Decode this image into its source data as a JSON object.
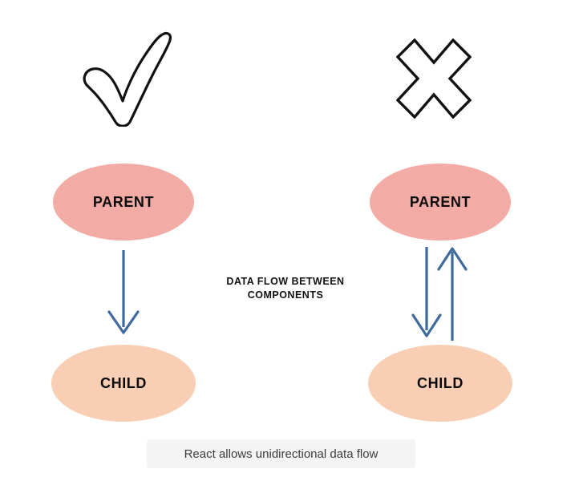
{
  "diagram": {
    "background_color": "#ffffff",
    "center_label": {
      "line1": "DATA FLOW BETWEEN",
      "line2": "COMPONENTS"
    },
    "caption": {
      "text": "React allows unidirectional data flow",
      "background_color": "#f4f4f4",
      "text_color": "#3c3c3c"
    },
    "colors": {
      "parent_fill": "#f2aca5",
      "child_fill": "#f8cfb4",
      "arrow": "#3f6a9e",
      "mark_stroke": "#111111",
      "node_text": "#0b0b0b"
    },
    "panels": [
      {
        "id": "correct",
        "mark": "checkmark-icon",
        "mark_meaning": "correct",
        "parent": {
          "label": "PARENT",
          "fill": "#f2aca5"
        },
        "child": {
          "label": "CHILD",
          "fill": "#f8cfb4"
        },
        "arrows": [
          {
            "name": "parent-to-child-arrow",
            "direction": "down",
            "from": "PARENT",
            "to": "CHILD"
          }
        ]
      },
      {
        "id": "incorrect",
        "mark": "cross-icon",
        "mark_meaning": "incorrect",
        "parent": {
          "label": "PARENT",
          "fill": "#f2aca5"
        },
        "child": {
          "label": "CHILD",
          "fill": "#f8cfb4"
        },
        "arrows": [
          {
            "name": "parent-to-child-arrow",
            "direction": "down",
            "from": "PARENT",
            "to": "CHILD"
          },
          {
            "name": "child-to-parent-arrow",
            "direction": "up",
            "from": "CHILD",
            "to": "PARENT"
          }
        ]
      }
    ]
  }
}
